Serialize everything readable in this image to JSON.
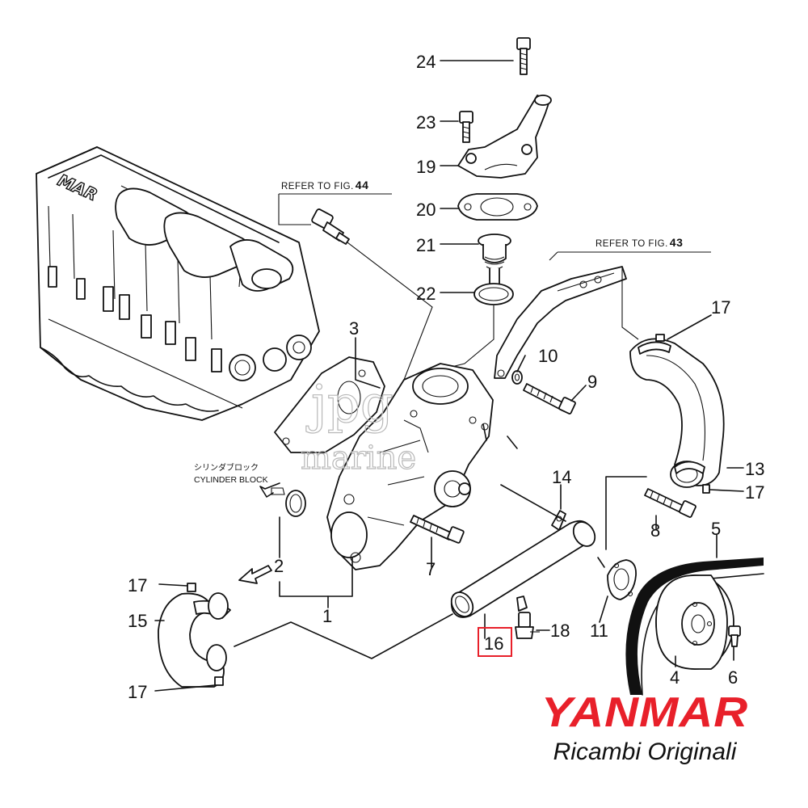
{
  "callouts": {
    "c24": "24",
    "c23": "23",
    "c19": "19",
    "c20": "20",
    "c21": "21",
    "c22": "22",
    "c3": "3",
    "c10": "10",
    "c9": "9",
    "c17a": "17",
    "c13": "13",
    "c17b": "17",
    "c14": "14",
    "c8": "8",
    "c5": "5",
    "c2": "2",
    "c7": "7",
    "c1": "1",
    "c17c": "17",
    "c15": "15",
    "c17d": "17",
    "c16": "16",
    "c18": "18",
    "c11": "11",
    "c4": "4",
    "c6": "6"
  },
  "refer44": {
    "text": "REFER TO FIG.",
    "num": "44"
  },
  "refer43": {
    "text": "REFER TO FIG.",
    "num": "43"
  },
  "block_label": {
    "jp": "シリンダブロック",
    "en": "CYLINDER BLOCK"
  },
  "highlight": {
    "part": "16",
    "color": "#ffff66",
    "border": "#e8202a"
  },
  "brand": {
    "logo": "YANMAR",
    "tagline": "Ricambi Originali",
    "color": "#e8202a"
  },
  "watermark": {
    "line1": "jpg",
    "line2": "marine"
  }
}
